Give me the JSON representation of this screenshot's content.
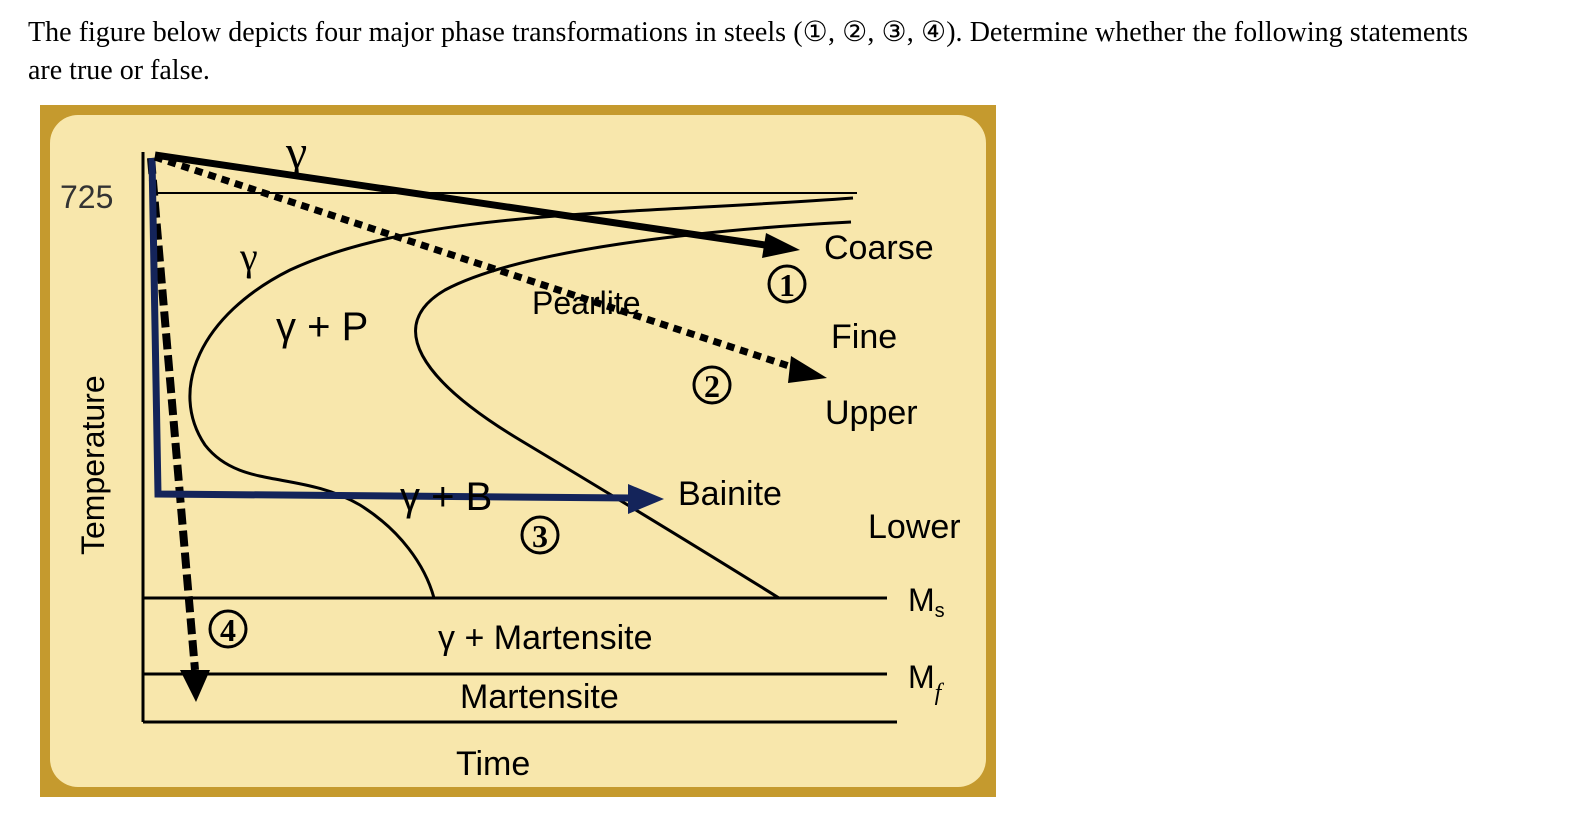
{
  "question": {
    "text": "The figure below depicts four major phase transformations in steels (①, ②, ③, ④). Determine whether the following statements are true or false."
  },
  "diagram": {
    "temp_mark": "725",
    "y_axis_label": "Temperature",
    "x_axis_label": "Time",
    "region_labels": {
      "gamma_top": "γ",
      "gamma_left": "γ",
      "gamma_p": "γ + P",
      "pearlite": "Pearlite",
      "gamma_b": "γ + B",
      "bainite": "Bainite",
      "gamma_martensite": "γ + Martensite",
      "martensite": "Martensite"
    },
    "right_labels": {
      "coarse": "Coarse",
      "fine": "Fine",
      "upper": "Upper",
      "lower": "Lower"
    },
    "temp_lines": {
      "ms_main": "M",
      "ms_sub": "s",
      "mf_main": "M",
      "mf_sub": "f"
    },
    "path_numbers": {
      "p1": "1",
      "p2": "2",
      "p3": "3",
      "p4": "4"
    },
    "colors": {
      "frame": "#c59a2e",
      "panel": "#f8e7ac",
      "path3": "#14245a",
      "ink": "#000000"
    }
  }
}
